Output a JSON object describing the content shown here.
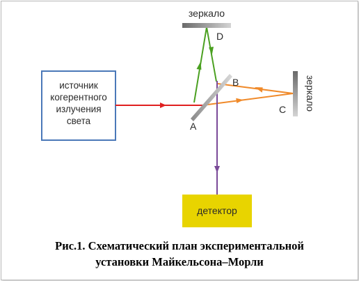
{
  "diagram": {
    "source_box": {
      "lines": [
        "источник",
        "когерентного",
        "излучения",
        "света"
      ]
    },
    "detector_label": "детектор",
    "mirror_top_label": "зеркало",
    "mirror_right_label": "зеркало",
    "point_labels": {
      "A": "A",
      "B": "B",
      "C": "C",
      "D": "D"
    },
    "colors": {
      "source_border": "#4a78b8",
      "detector_fill": "#e8d400",
      "beam_source": "#e02020",
      "beam_vertical": "#4aa020",
      "beam_horizontal": "#f08a2a",
      "beam_detector": "#7a4a98",
      "mirror_dark": "#6a6a6a"
    }
  },
  "caption": {
    "line1": "Рис.1. Схематический план экспериментальной",
    "line2": "установки Майкельсона–Морли"
  }
}
